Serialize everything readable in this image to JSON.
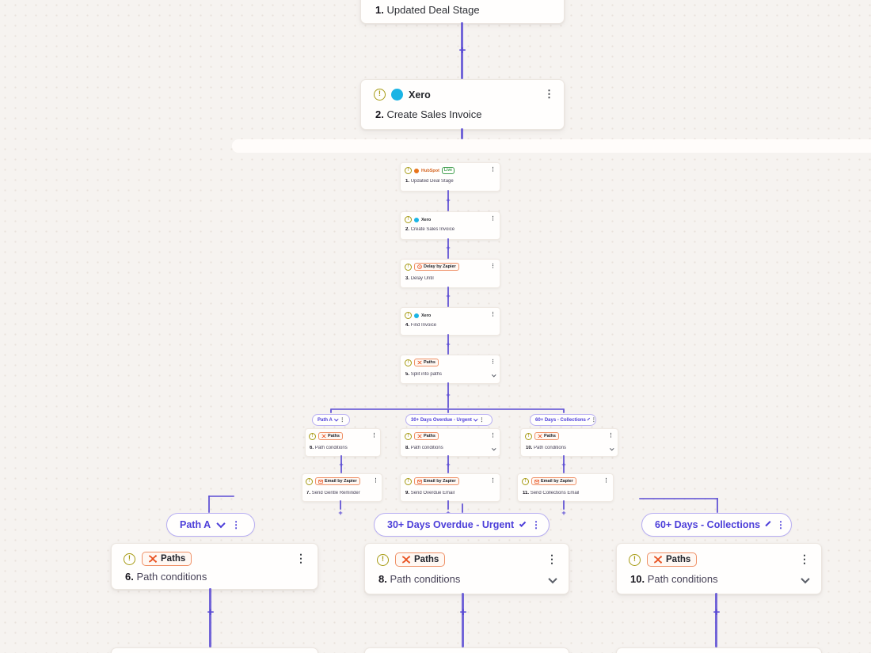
{
  "icons": {
    "warning": "!",
    "kebab": "⋮",
    "plus": "+"
  },
  "top": {
    "step1": {
      "num": "1.",
      "title": "Updated Deal Stage"
    },
    "step2": {
      "app": "Xero",
      "num": "2.",
      "title": "Create Sales Invoice"
    }
  },
  "mini": {
    "chain": [
      {
        "num": "1.",
        "title": "Updated Deal Stage",
        "app": "HubSpot",
        "chip": "Live"
      },
      {
        "num": "2.",
        "title": "Create Sales Invoice",
        "app": "Xero"
      },
      {
        "num": "3.",
        "title": "Delay Until",
        "badge": "Delay by Zapier"
      },
      {
        "num": "4.",
        "title": "Find Invoice",
        "app": "Xero"
      },
      {
        "num": "5.",
        "title": "Split into paths",
        "badge": "Paths"
      }
    ],
    "branches": [
      {
        "pill": "Path A",
        "cond_badge": "Paths",
        "cond_num": "6.",
        "cond_title": "Path conditions",
        "act_badge": "Email by Zapier",
        "act_num": "7.",
        "act_title": "Send Gentle Reminder"
      },
      {
        "pill": "30+ Days Overdue - Urgent",
        "cond_badge": "Paths",
        "cond_num": "8.",
        "cond_title": "Path conditions",
        "act_badge": "Email by Zapier",
        "act_num": "9.",
        "act_title": "Send Overdue Email"
      },
      {
        "pill": "60+ Days - Collections",
        "cond_badge": "Paths",
        "cond_num": "10.",
        "cond_title": "Path conditions",
        "act_badge": "Email by Zapier",
        "act_num": "11.",
        "act_title": "Send Collections Email"
      }
    ]
  },
  "paths": [
    {
      "pill": "Path A",
      "badge": "Paths",
      "num": "6.",
      "title": "Path conditions"
    },
    {
      "pill": "30+ Days Overdue - Urgent",
      "badge": "Paths",
      "num": "8.",
      "title": "Path conditions"
    },
    {
      "pill": "60+ Days - Collections",
      "badge": "Paths",
      "num": "10.",
      "title": "Path conditions"
    }
  ],
  "colors": {
    "accent": "#5a4bd4",
    "badge_border": "#ef9066",
    "badge_icon": "#e8501f",
    "warning_icon": "#a69a12",
    "xero_brand": "#1ab4e5",
    "hubspot_brand": "#e8731a",
    "chip_green": "#3f9e4d",
    "pill_text": "#4c3ed9"
  }
}
